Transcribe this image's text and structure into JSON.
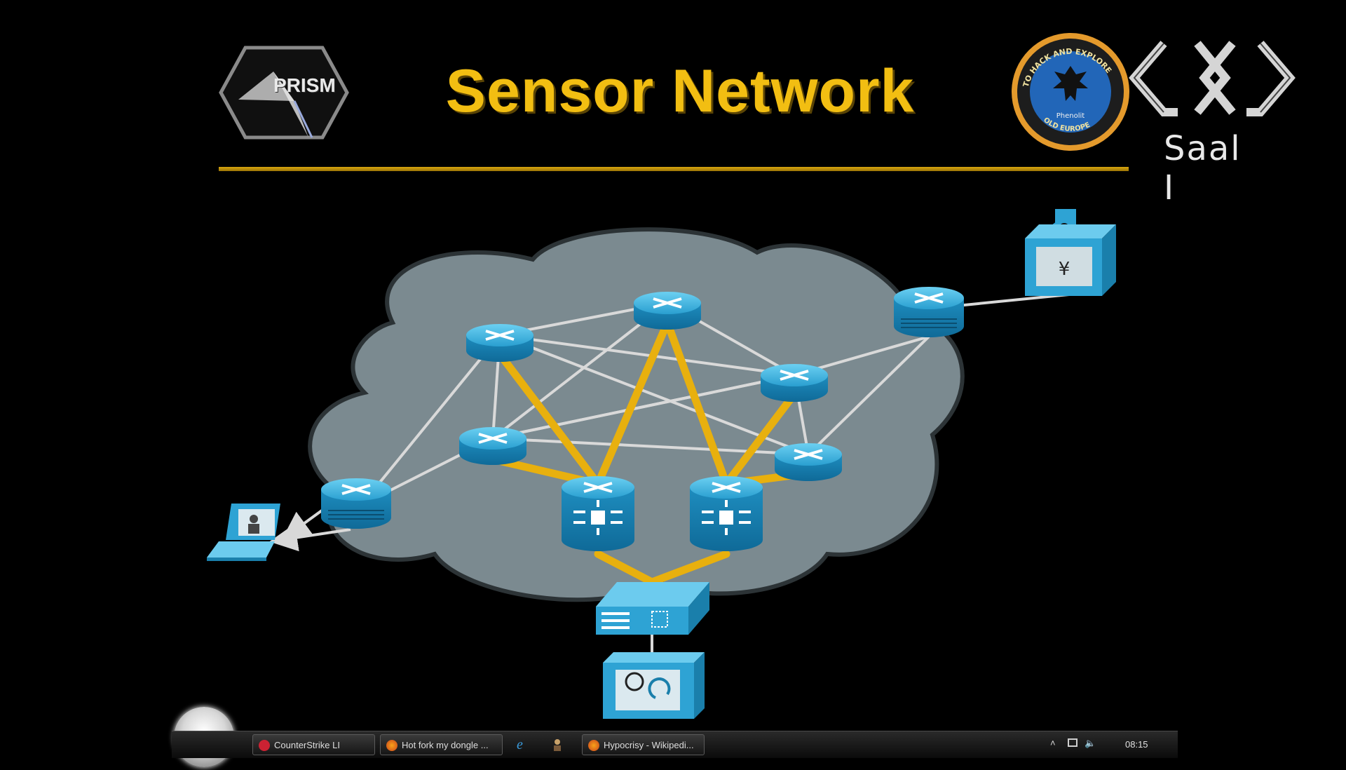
{
  "slide": {
    "title": "Sensor Network",
    "logo_left": "PRISM",
    "room_label": "Saal I",
    "badge_top_text": "TO HACK AND EXPLORE",
    "badge_center_text": "Phenolit",
    "badge_bottom_text": "OLD EUROPE",
    "server_symbol": "¥",
    "colors": {
      "title": "#f2be12",
      "highlight_link": "#e8b00e",
      "link": "#d9d9d9",
      "cloud": "#7b8a90",
      "device": "#2ea3d4"
    }
  },
  "taskbar": {
    "items": [
      {
        "label": "CounterStrike LI",
        "icon": "counterstrike-icon"
      },
      {
        "label": "Hot fork my dongle ...",
        "icon": "firefox-icon"
      },
      {
        "label": "",
        "icon": "ie-icon"
      },
      {
        "label": "",
        "icon": "user-icon"
      },
      {
        "label": "Hypocrisy - Wikipedi...",
        "icon": "firefox-icon"
      }
    ],
    "clock": "08:15"
  }
}
